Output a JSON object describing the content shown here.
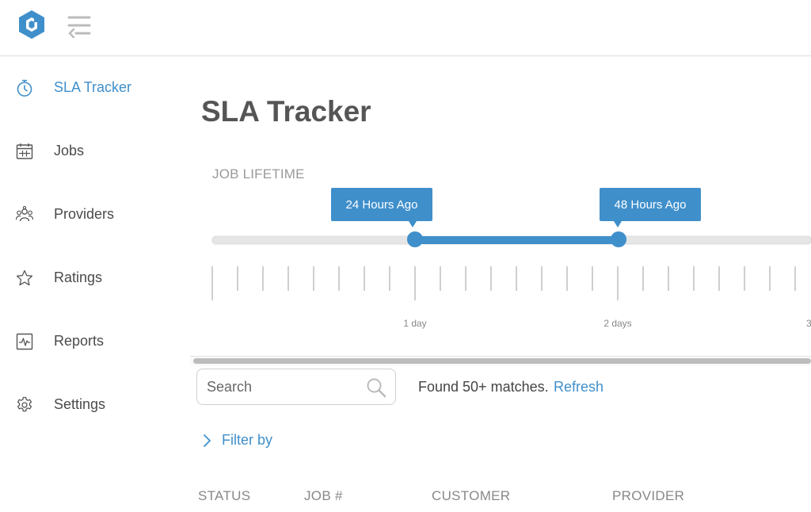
{
  "app": {
    "logo_icon": "hexagon-logo-icon",
    "menu_icon": "collapse-menu-icon"
  },
  "sidebar": {
    "items": [
      {
        "label": "SLA Tracker",
        "icon": "stopwatch-icon",
        "active": true
      },
      {
        "label": "Jobs",
        "icon": "calendar-icon",
        "active": false
      },
      {
        "label": "Providers",
        "icon": "users-icon",
        "active": false
      },
      {
        "label": "Ratings",
        "icon": "star-icon",
        "active": false
      },
      {
        "label": "Reports",
        "icon": "activity-chart-icon",
        "active": false
      },
      {
        "label": "Settings",
        "icon": "gear-icon",
        "active": false
      }
    ]
  },
  "main": {
    "title": "SLA Tracker",
    "section_label": "JOB LIFETIME",
    "slider": {
      "min_handle_label": "24 Hours Ago",
      "max_handle_label": "48 Hours Ago",
      "min_value_hours": 24,
      "max_value_hours": 48,
      "axis_labels": [
        "1 day",
        "2 days",
        "3"
      ]
    },
    "search": {
      "placeholder": "Search",
      "value": ""
    },
    "match_text": "Found 50+ matches.",
    "refresh_label": "Refresh",
    "filter_label": "Filter by",
    "table_headers": [
      "STATUS",
      "JOB #",
      "CUSTOMER",
      "PROVIDER"
    ]
  },
  "colors": {
    "accent": "#3f8fcb",
    "slider_track": "#e6e6e6",
    "tick": "#cfcfcf"
  }
}
